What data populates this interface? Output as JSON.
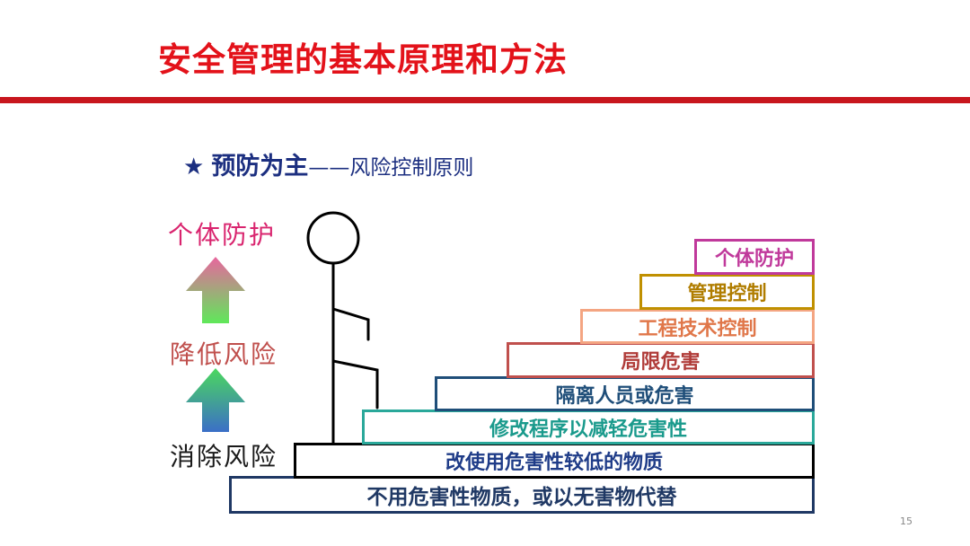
{
  "slide": {
    "title": "安全管理的基本原理和方法",
    "subtitle_star": "★",
    "subtitle_main": "预防为主",
    "subtitle_sub": "——风险控制原则",
    "page_number": "15"
  },
  "side_labels": {
    "top": "个体防护",
    "middle": "降低风险",
    "bottom": "消除风险"
  },
  "steps": [
    {
      "label": "不用危害性物质，或以无害物代替",
      "color": "#1f3864",
      "text_color": "#1f3864"
    },
    {
      "label": "改使用危害性较低的物质",
      "color": "#000000",
      "text_color": "#1f3c88"
    },
    {
      "label": "修改程序以减轻危害性",
      "color": "#2aa89a",
      "text_color": "#1a9a8c"
    },
    {
      "label": "隔离人员或危害",
      "color": "#1f4e79",
      "text_color": "#1f4e79"
    },
    {
      "label": "局限危害",
      "color": "#c0504d",
      "text_color": "#b03c39"
    },
    {
      "label": "工程技术控制",
      "color": "#f4a582",
      "text_color": "#e0774a"
    },
    {
      "label": "管理控制",
      "color": "#c09000",
      "text_color": "#b07d00"
    },
    {
      "label": "个体防护",
      "color": "#c0399b",
      "text_color": "#c0399b"
    }
  ]
}
